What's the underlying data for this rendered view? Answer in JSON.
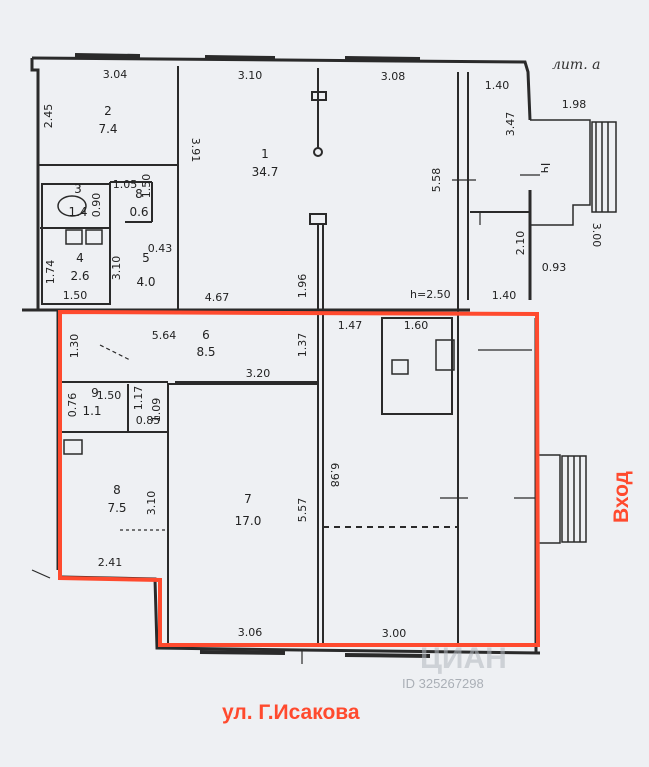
{
  "plan": {
    "building_letter": "лит. а",
    "ceiling_height": "h=2.50",
    "street_label": "ул. Г.Исакова",
    "entrance_label": "Вход",
    "accent_color": "#ff4a2e",
    "wall_color": "#2a2a2a",
    "watermark_brand": "ЦИАН",
    "watermark_id": "ID 325267298",
    "rooms": [
      {
        "id": "2",
        "area": "7.4"
      },
      {
        "id": "1",
        "area": "34.7"
      },
      {
        "id": "3",
        "area": "1.4"
      },
      {
        "id": "4",
        "area": "2.6"
      },
      {
        "id": "5",
        "area": "4.0"
      },
      {
        "id": "8",
        "area": "0.6"
      },
      {
        "id": "6",
        "area": "8.5"
      },
      {
        "id": "9",
        "area": "1.1"
      },
      {
        "id": "8",
        "area": "7.5"
      },
      {
        "id": "7",
        "area": "17.0"
      }
    ],
    "stair_label": "Iч",
    "dimensions": [
      "3.04",
      "3.10",
      "3.08",
      "1.40",
      "2.45",
      "3.91",
      "5.58",
      "3.47",
      "1.98",
      "1.05",
      "1.50",
      "0.90",
      "0.43",
      "3.10",
      "1.74",
      "1.50",
      "4.67",
      "1.96",
      "2.10",
      "3.00",
      "0.93",
      "1.40",
      "1.30",
      "5.64",
      "1.37",
      "1.47",
      "1.60",
      "3.20",
      "1.50",
      "1.17",
      "1.09",
      "0.76",
      "0.85",
      "3.10",
      "5.57",
      "6.98",
      "2.41",
      "3.06",
      "3.00"
    ]
  }
}
